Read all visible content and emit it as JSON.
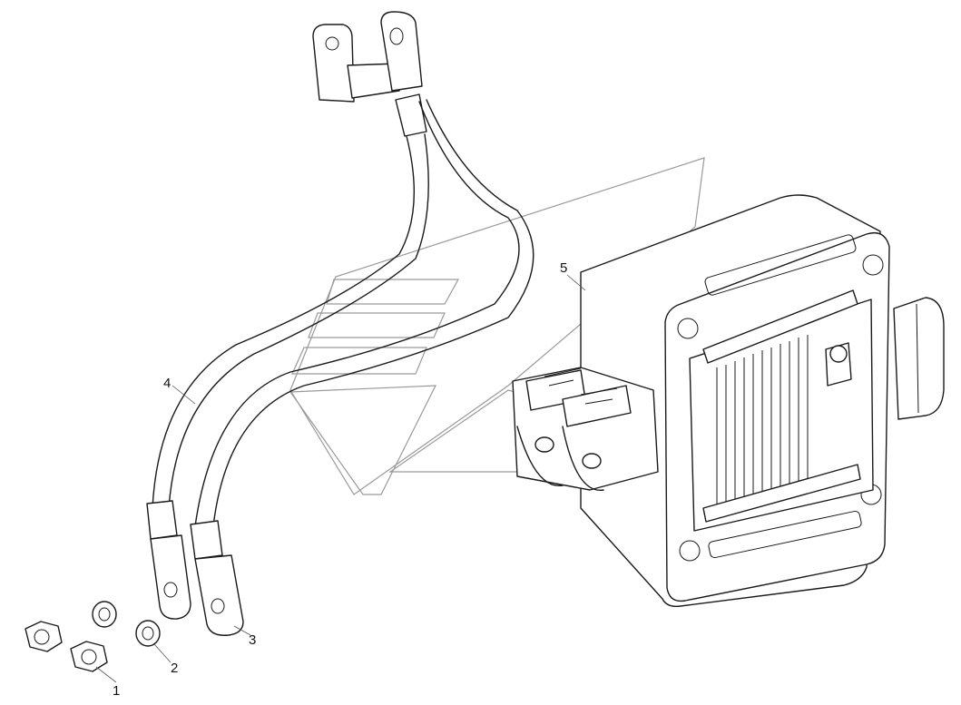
{
  "callouts": [
    {
      "id": "1",
      "label": "1",
      "part": "nut"
    },
    {
      "id": "2",
      "label": "2",
      "part": "lock-washer"
    },
    {
      "id": "3",
      "label": "3",
      "part": "cable-lug"
    },
    {
      "id": "4",
      "label": "4",
      "part": "cable"
    },
    {
      "id": "5",
      "label": "5",
      "part": "relay-unit"
    }
  ],
  "colors": {
    "line": "#1a1a1a",
    "watermark": "#9a9a9a",
    "background": "#ffffff"
  }
}
